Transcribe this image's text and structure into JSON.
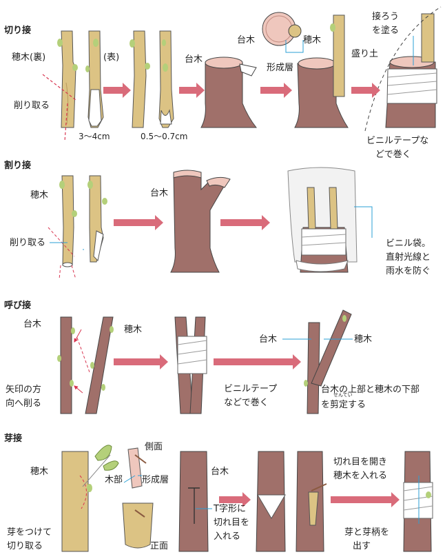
{
  "sections": {
    "kiritsugi": {
      "title": "切り接",
      "scion_back": "穂木(裏)",
      "scion_front": "(表)",
      "shave": "削り取る",
      "dim1": "3〜4cm",
      "dim2": "0.5〜0.7cm",
      "rootstock": "台木",
      "rootstock2": "台木",
      "cambium": "形成層",
      "scion": "穂木",
      "wax_1": "接ろう",
      "wax_2": "を塗る",
      "mound": "盛り土",
      "vinyl_1": "ビニルテープな",
      "vinyl_2": "どで巻く"
    },
    "waritsugi": {
      "title": "割り接",
      "scion": "穂木",
      "shave": "削り取る",
      "rootstock": "台木",
      "bag_1": "ビニル袋。",
      "bag_2": "直射光線と",
      "bag_3": "雨水を防ぐ"
    },
    "yobitsugi": {
      "title": "呼び接",
      "rootstock": "台木",
      "scion": "穂木",
      "arrow_1": "矢印の方",
      "arrow_2": "向へ削る",
      "tape_1": "ビニルテープ",
      "tape_2": "などで巻く",
      "rootstock2": "台木",
      "scion2": "穂木",
      "prune_1": "台木の上部と穂木の下部",
      "prune_2": "を剪定する",
      "ruby": "せんてい"
    },
    "metsugi": {
      "title": "芽接",
      "scion": "穂木",
      "side": "側面",
      "xylem": "木部",
      "cambium": "形成層",
      "front": "正面",
      "cut_bud_1": "芽をつけて",
      "cut_bud_2": "切り取る",
      "rootstock": "台木",
      "tcut_1": "T字形に",
      "tcut_2": "切れ目を",
      "tcut_3": "入れる",
      "open_1": "切れ目を開き",
      "open_2": "穂木を入れる",
      "bud_1": "芽と芽柄を",
      "bud_2": "出す"
    }
  },
  "colors": {
    "trunk": "#a0706a",
    "scion_wood": "#dcc384",
    "arrow": "#d96b7a",
    "leader": "#2a9fd6",
    "bud": "#b4d07a",
    "cut_face": "#efc7bd",
    "tape": "#ffffff",
    "bag": "#f2f2f2",
    "red_dash": "#d8344f"
  }
}
